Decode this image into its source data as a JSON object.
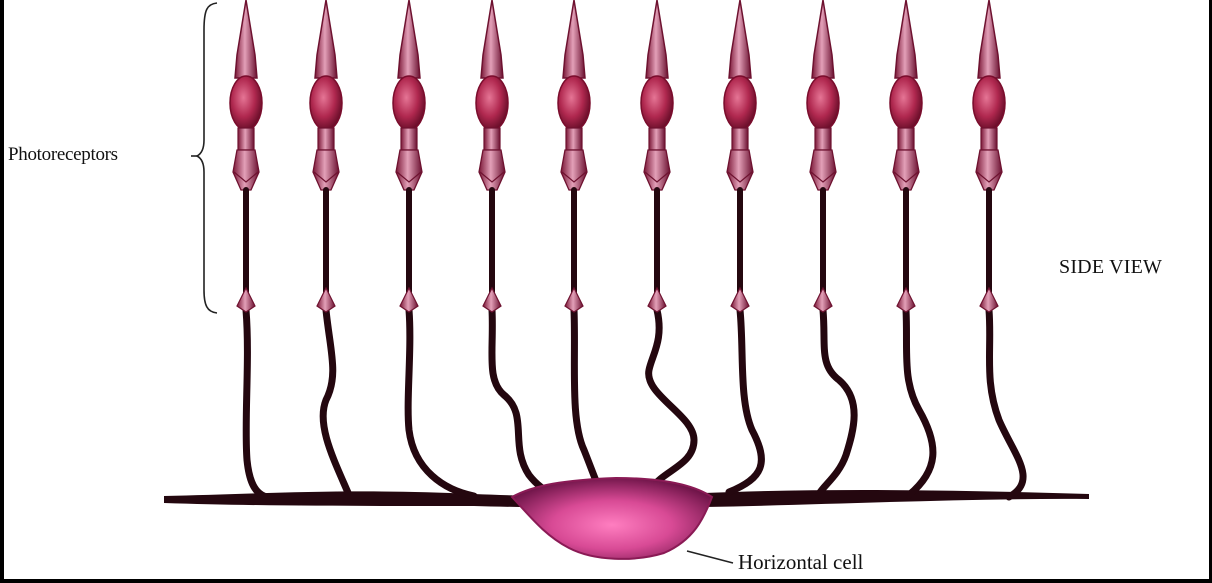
{
  "labels": {
    "photoreceptors": "Photoreceptors",
    "side_view": "SIDE VIEW",
    "horizontal_cell": "Horizontal cell"
  },
  "colors": {
    "background": "#ffffff",
    "frame": "#000000",
    "photoreceptor_light": "#d98aa6",
    "photoreceptor_dark": "#6e1230",
    "nucleus_light": "#e07090",
    "nucleus_dark": "#7a0c2c",
    "axon": "#24070f",
    "horizontal_cell_light": "#f070b0",
    "horizontal_cell_dark": "#8a1a55",
    "annotation_line": "#222222"
  },
  "photoreceptor_count": 10
}
